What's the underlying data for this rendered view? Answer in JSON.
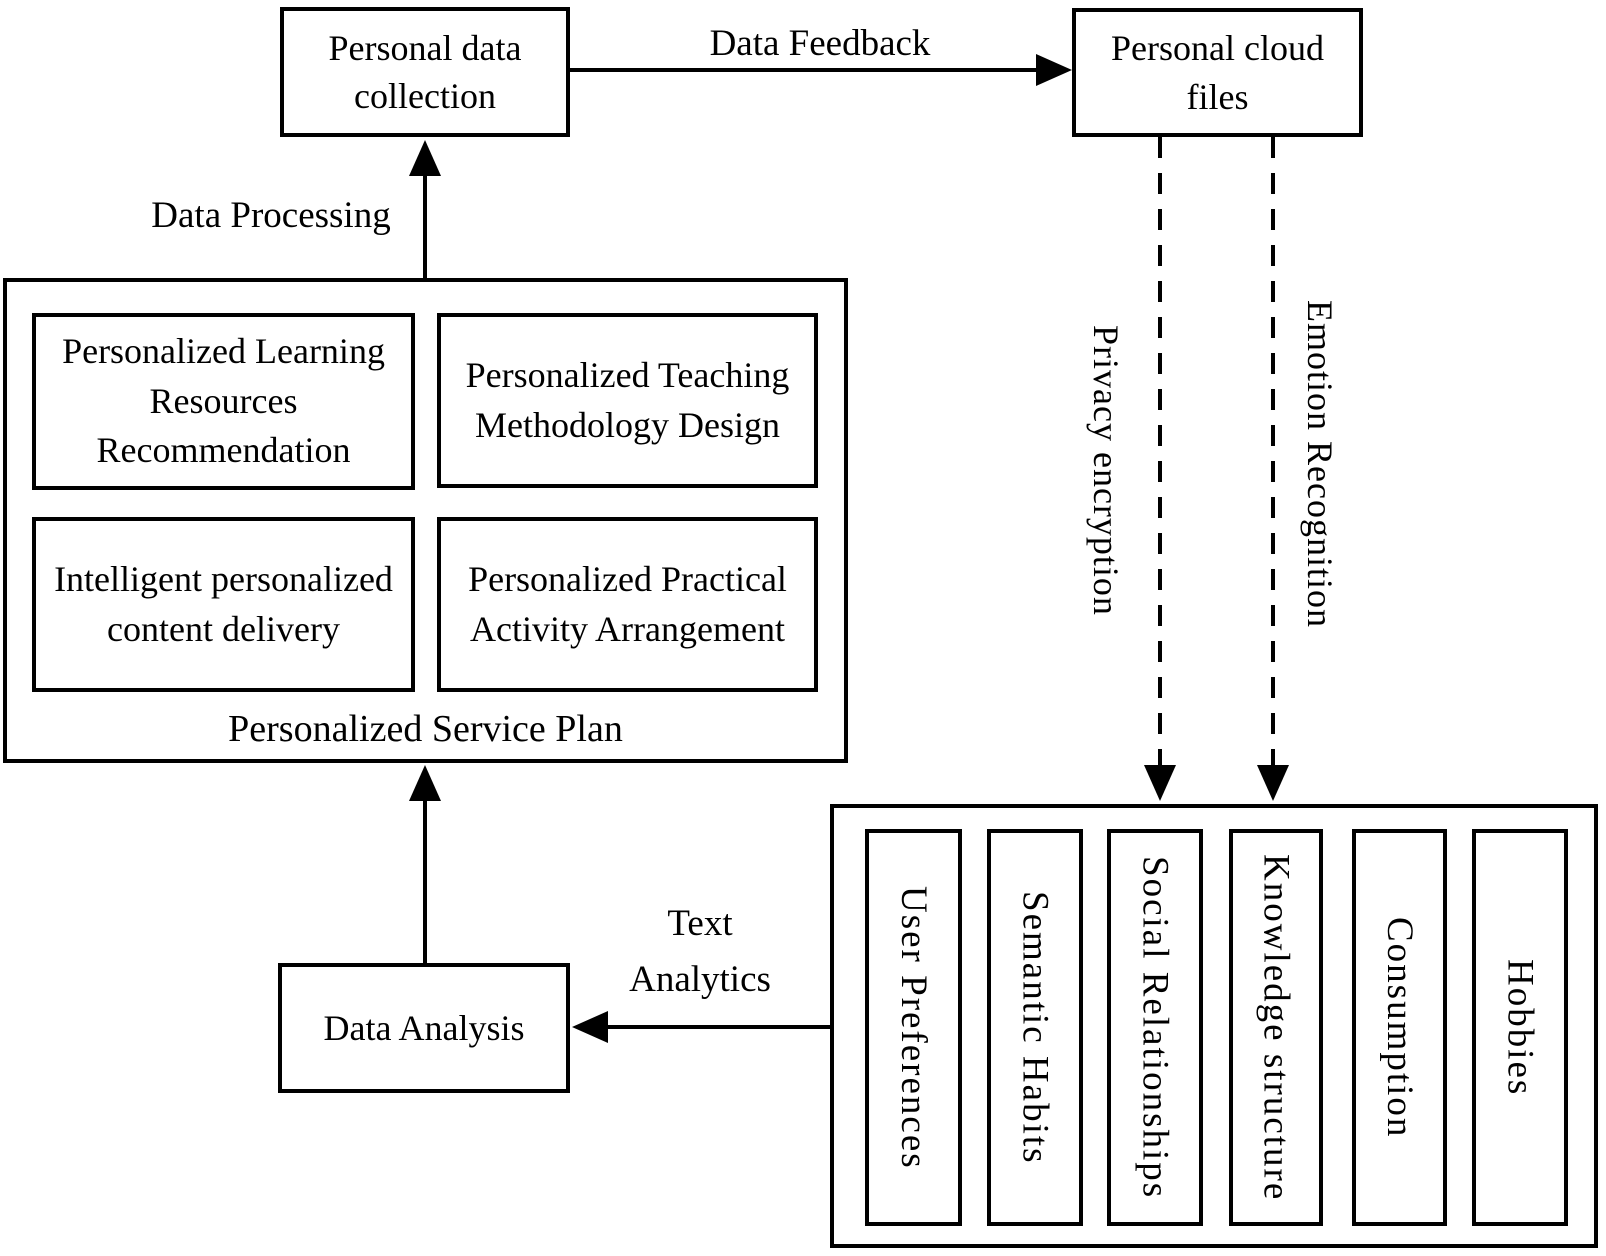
{
  "diagram": {
    "nodes": {
      "personal_data_collection": "Personal data collection",
      "personal_cloud_files": "Personal cloud files",
      "data_analysis": "Data Analysis"
    },
    "service_plan": {
      "caption": "Personalized Service Plan",
      "items": [
        "Personalized Learning Resources Recommendation",
        "Personalized Teaching Methodology Design",
        "Intelligent personalized content delivery",
        "Personalized Practical Activity Arrangement"
      ]
    },
    "profile_store": {
      "items": [
        "User Preferences",
        "Semantic Habits",
        "Social Relationships",
        "Knowledge structure",
        "Consumption",
        "Hobbies"
      ]
    },
    "edges": {
      "data_feedback": "Data Feedback",
      "data_processing": "Data Processing",
      "text_analytics": "Text Analytics",
      "privacy_encryption": "Privacy encryption",
      "emotion_recognition": "Emotion Recognition"
    },
    "colors": {
      "line": "#000000",
      "background": "#ffffff",
      "text": "#000000"
    }
  }
}
